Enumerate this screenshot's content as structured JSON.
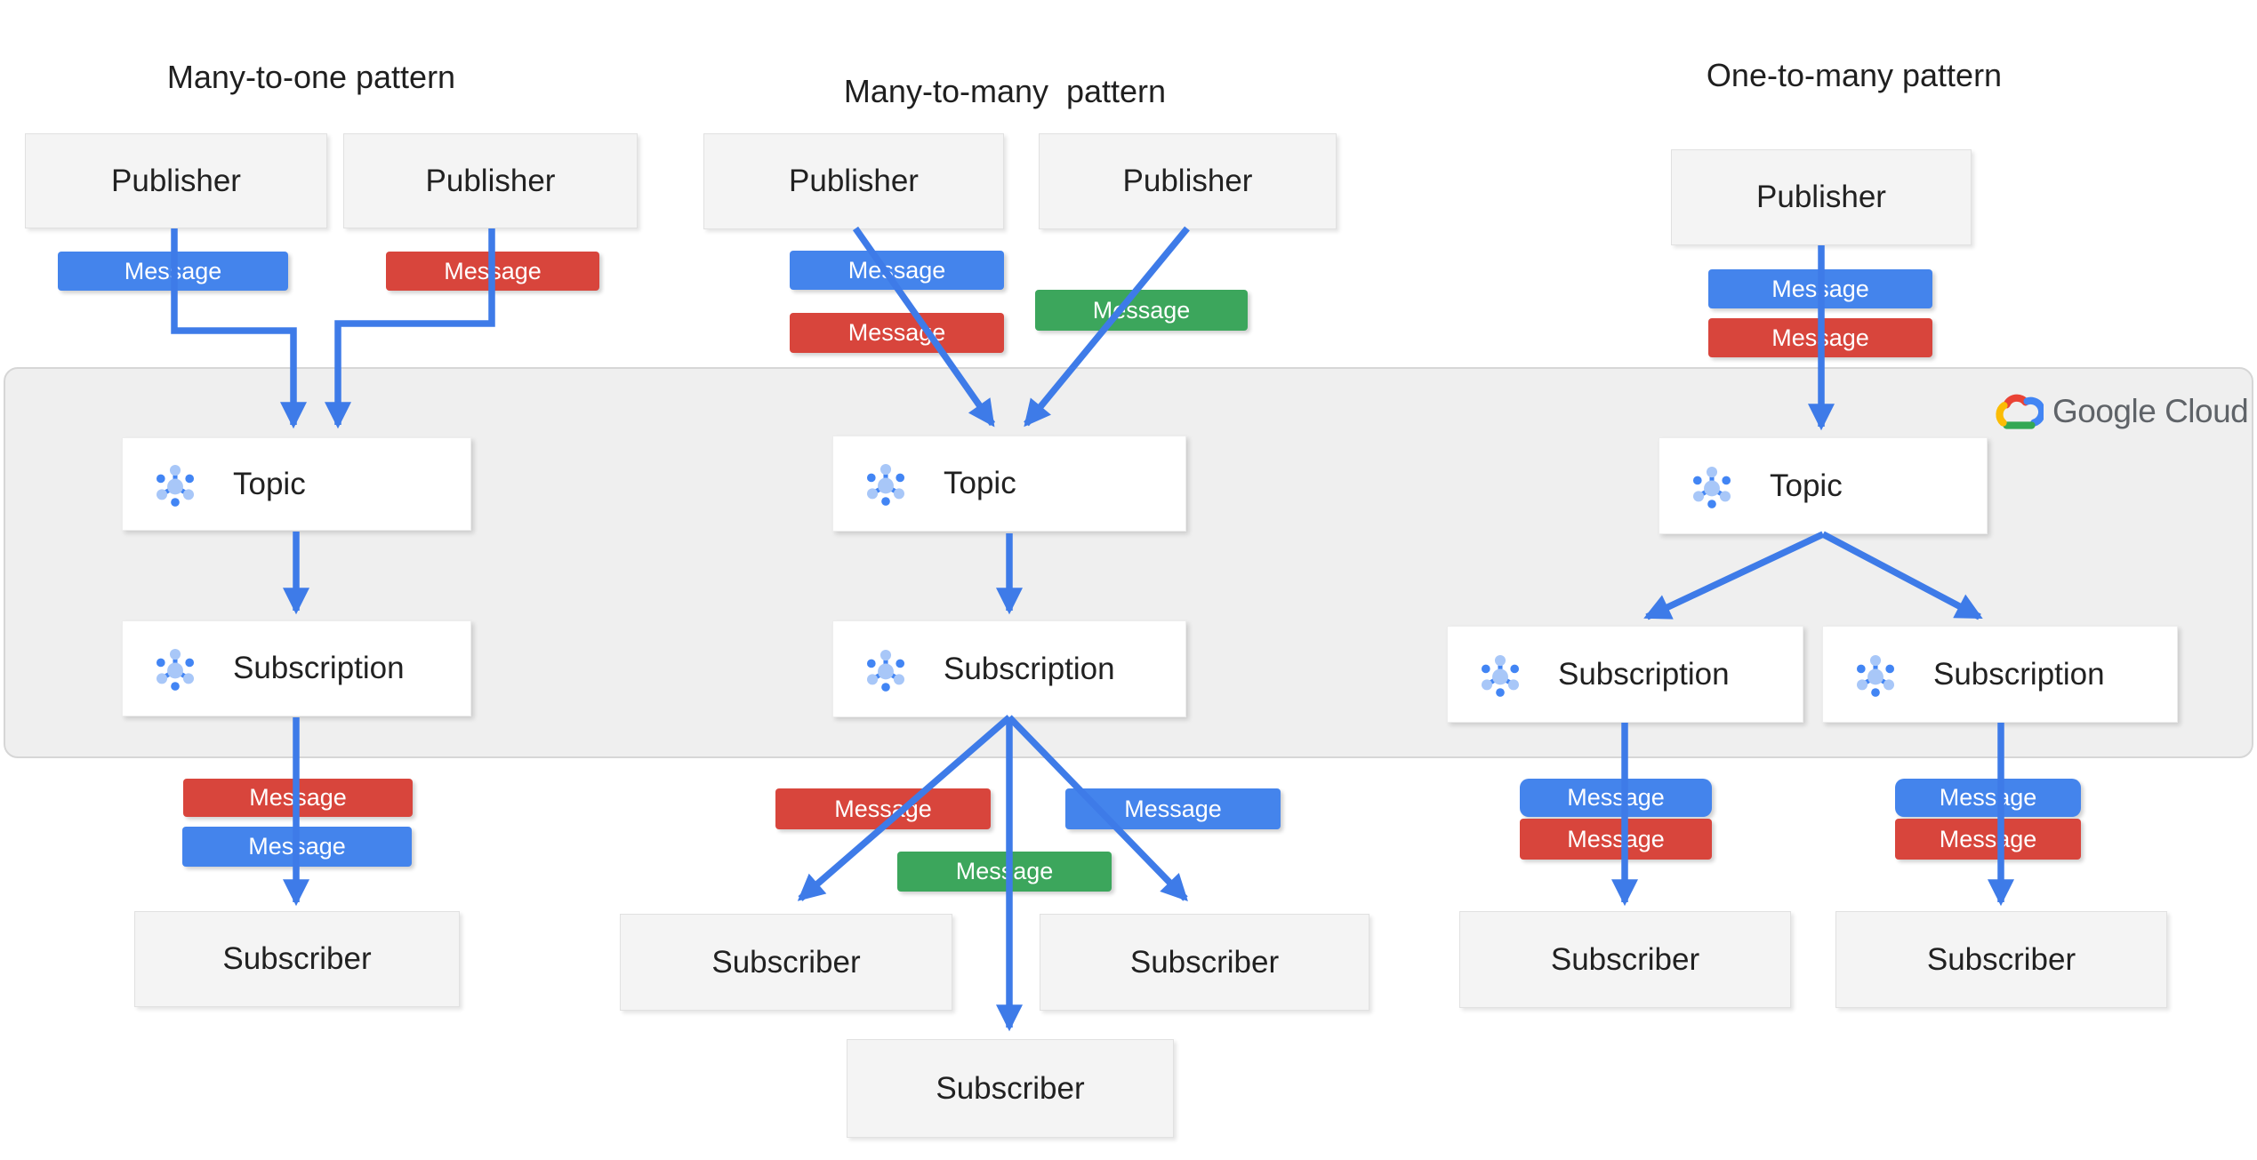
{
  "titles": {
    "many_to_one": "Many-to-one pattern",
    "many_to_many": "Many-to-many  pattern",
    "one_to_many": "One-to-many pattern"
  },
  "labels": {
    "publisher": "Publisher",
    "topic": "Topic",
    "subscription": "Subscription",
    "subscriber": "Subscriber",
    "message": "Message"
  },
  "logo": {
    "brand": "Google Cloud"
  },
  "colors": {
    "message_blue": "#4484EC",
    "message_red": "#D8453C",
    "message_green": "#3CA65C",
    "connector_blue": "#3E7BE8",
    "band_fill": "#EFEFEF",
    "band_border": "#D6D6D6",
    "node_box_fill": "#F4F4F4",
    "service_box_fill": "#FFFFFF",
    "text_dark": "#212121",
    "logo_text": "#5F6368",
    "pubsub_icon_light": "#A8C7F8",
    "pubsub_icon_dark": "#4285F4",
    "logo_red": "#EA4335",
    "logo_blue": "#4285F4",
    "logo_green": "#34A853",
    "logo_yellow": "#FBBC05"
  }
}
